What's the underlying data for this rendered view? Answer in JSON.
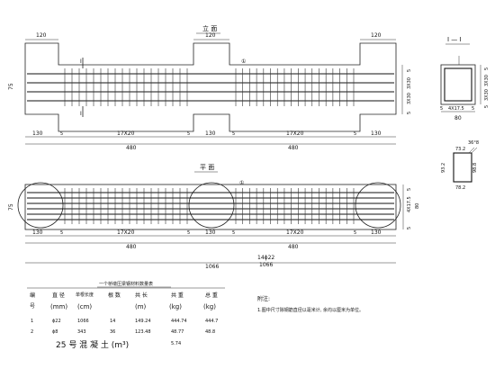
{
  "elevation": {
    "title": "立 面",
    "dims_top": [
      "120",
      "120",
      "120"
    ],
    "dims_bottom": [
      "130",
      "5",
      "17X20",
      "5",
      "130",
      "5",
      "17X20",
      "5",
      "130"
    ],
    "total_span": [
      "480",
      "480"
    ],
    "section_mark": "I",
    "bar_label": "①",
    "right_dims": [
      "5",
      "3X30",
      "3X30",
      "5"
    ],
    "left_label": "75"
  },
  "plan": {
    "title": "平 面",
    "dims_bottom": [
      "130",
      "5",
      "17X20",
      "5",
      "130",
      "5",
      "17X20",
      "5",
      "130"
    ],
    "total_span": [
      "480",
      "480"
    ],
    "bar_label": "①",
    "right_dims": [
      "5",
      "4X17.5",
      "5",
      "80"
    ],
    "left_label": "75",
    "overall_length": "1066",
    "leader_note": [
      "14ɸ22",
      "1066"
    ]
  },
  "section": {
    "title": "I — I",
    "dims_right": [
      "5",
      "3X30",
      "3X30",
      "5"
    ],
    "dims_bottom": [
      "5",
      "4X17.5",
      "5"
    ],
    "width": "80"
  },
  "stirrup": {
    "dims": [
      "36°8",
      "73.2",
      "93.2",
      "98.8",
      "78.2"
    ]
  },
  "table": {
    "title": "一个桥墩压梁钢材料数量表",
    "headers_row1": [
      "编",
      "直 径",
      "单根长度",
      "根 数",
      "共 长",
      "共 重",
      "总 重"
    ],
    "headers_row2": [
      "号",
      "(mm)",
      "(cm)",
      "",
      "(m)",
      "(kg)",
      "(kg)"
    ],
    "rows": [
      [
        "1",
        "ɸ22",
        "1066",
        "14",
        "149.24",
        "444.74",
        "444.7"
      ],
      [
        "2",
        "ɸ8",
        "343",
        "36",
        "123.48",
        "48.77",
        "48.8"
      ]
    ],
    "concrete_label": "25 号 混 凝 土 (m³)",
    "concrete_value": "5.74"
  },
  "notes": {
    "title": "附注:",
    "items": [
      "1.图中尺寸除钢筋直径以毫米计, 余均以厘米为单位。"
    ]
  }
}
